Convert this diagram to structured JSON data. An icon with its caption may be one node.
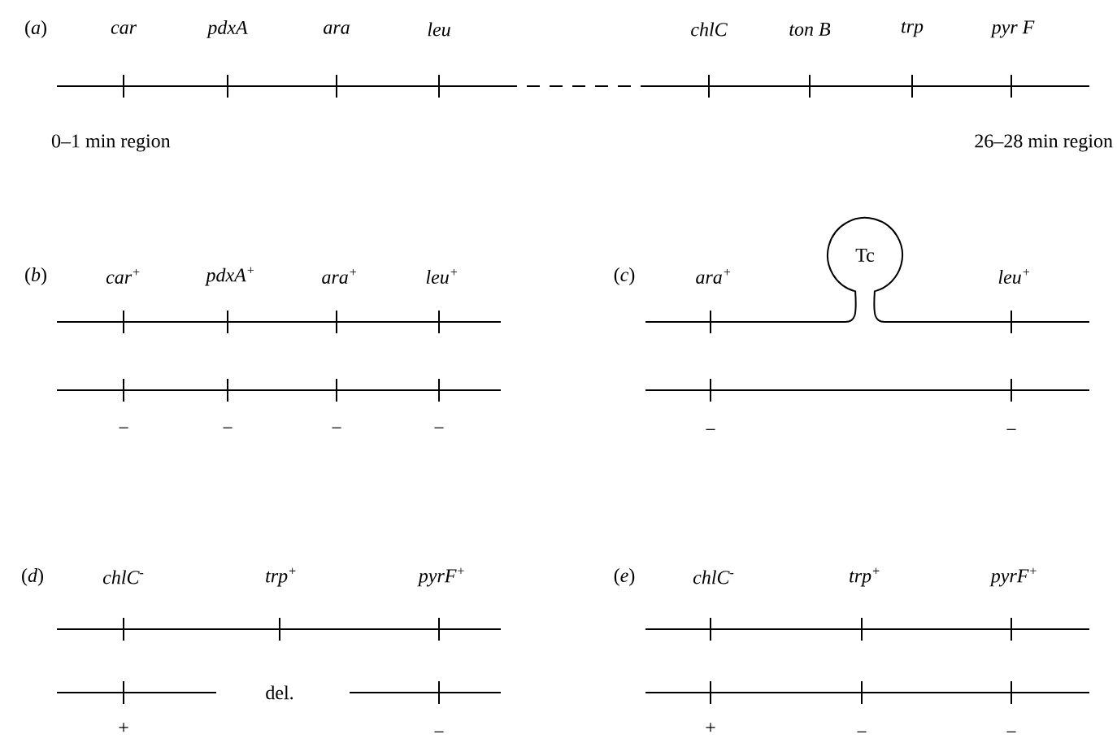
{
  "diagram": {
    "nodes": [
      {
        "text": [
          "Tc"
        ]
      }
    ],
    "labels": [
      "(*a*)",
      "car",
      "pdxA",
      "ara",
      "leu",
      "chlC",
      "ton B",
      "trp",
      "pyr F",
      "0–1 min region",
      "26–28 min region",
      "(*b*)",
      "car$^{+}$",
      "pdxA$^{+}$",
      "ara$^{+}$",
      "leu$^{+}$",
      "(*c*)",
      "ara$^{+}$",
      "leu$^{+}$",
      "−",
      "−",
      "−",
      "−",
      "−",
      "−",
      "(*d*)",
      "chlC$^{-}$",
      "trp$^{+}$",
      "pyrF$^{+}$",
      "(*e*)",
      "chlC$^{-}$",
      "trp$^{+}$",
      "pyrF$^{+}$",
      "del.",
      "+",
      "−",
      "+",
      "−",
      "−"
    ]
  }
}
